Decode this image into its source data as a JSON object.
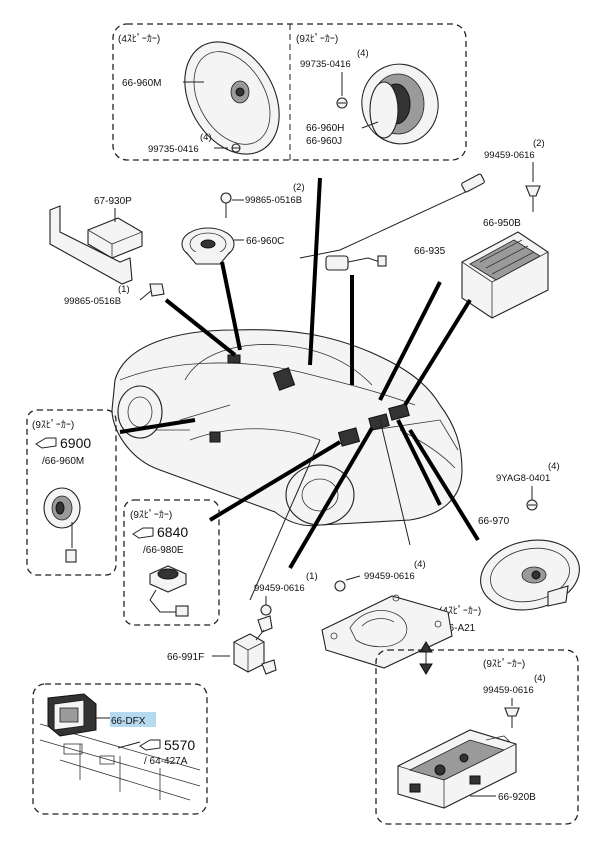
{
  "groups": {
    "spk4_top": "(4ｽﾋﾟｰｶｰ)",
    "spk9_top": "(9ｽﾋﾟｰｶｰ)",
    "spk9_left": "(9ｽﾋﾟｰｶｰ)",
    "spk9_mid": "(9ｽﾋﾟｰｶｰ)",
    "spk4_right": "(4ｽﾋﾟｰｶｰ)",
    "spk9_bottom": "(9ｽﾋﾟｰｶｰ)"
  },
  "parts": {
    "p_66_960M": "66-960M",
    "p_99735_0416_a_qty": "(4)",
    "p_99735_0416_a": "99735-0416",
    "p_99735_0416_b_qty": "(4)",
    "p_99735_0416_b": "99735-0416",
    "p_66_960H": "66-960H",
    "p_66_960J": "66-960J",
    "p_99459_0616_a_qty": "(2)",
    "p_99459_0616_a": "99459-0616",
    "p_66_950B": "66-950B",
    "p_67_930P": "67-930P",
    "p_99865_0516B_a_qty": "(2)",
    "p_99865_0516B_a": "99865-0516B",
    "p_66_960C": "66-960C",
    "p_66_935": "66-935",
    "p_99865_0516B_b_qty": "(1)",
    "p_99865_0516B_b": "99865-0516B",
    "ref_6900": "6900",
    "ref_66_960M": "/66-960M",
    "ref_6840": "6840",
    "ref_66_980E": "/66-980E",
    "p_9YAG8_0401_qty": "(4)",
    "p_9YAG8_0401": "9YAG8-0401",
    "p_66_970": "66-970",
    "p_99459_0616_b_qty": "(1)",
    "p_99459_0616_b": "99459-0616",
    "p_99459_0616_c_qty": "(4)",
    "p_99459_0616_c": "99459-0616",
    "p_66_A21": "66-A21",
    "p_66_991F": "66-991F",
    "p_66_DFX": "66-DFX",
    "ref_5570": "5570",
    "ref_64_427A": "/ 64-427A",
    "p_99459_0616_d_qty": "(4)",
    "p_99459_0616_d": "99459-0616",
    "p_66_920B": "66-920B"
  },
  "colors": {
    "highlight": "#b5daf0"
  },
  "icons": [
    "bolt-icon",
    "screw-icon",
    "reference-hand-icon",
    "double-arrow-icon"
  ]
}
